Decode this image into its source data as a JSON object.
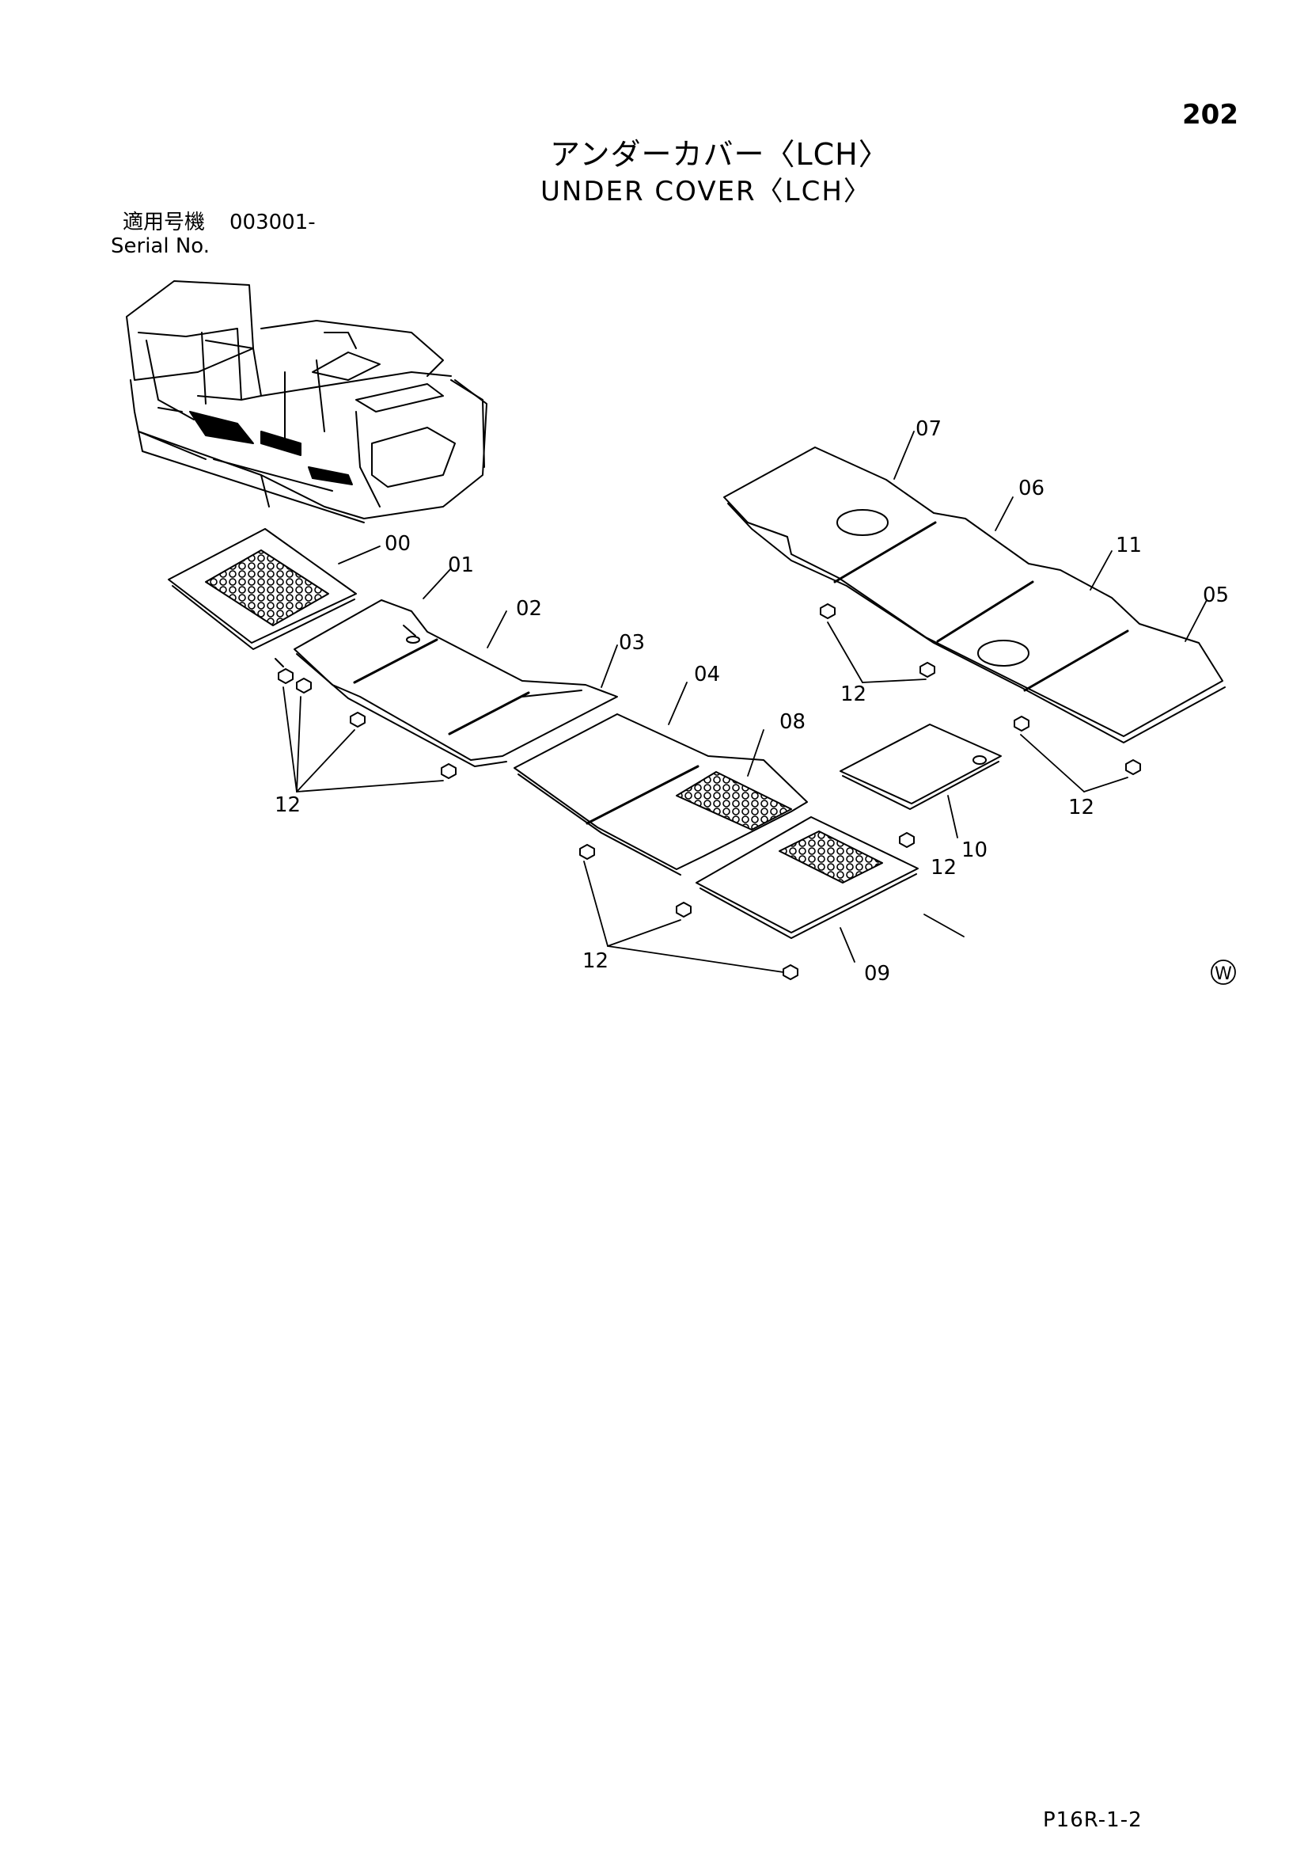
{
  "page_number": "202",
  "title_jp": "アンダーカバー〈LCH〉",
  "title_en": "UNDER COVER〈LCH〉",
  "serial": {
    "label_jp": "適用号機",
    "value": "003001-",
    "label_en": "Serial No."
  },
  "part_labels": {
    "p00": "00",
    "p01": "01",
    "p02": "02",
    "p03": "03",
    "p04": "04",
    "p05": "05",
    "p06": "06",
    "p07": "07",
    "p08": "08",
    "p09": "09",
    "p10": "10",
    "p11": "11",
    "bolt_left": "12",
    "bolt_mid": "12",
    "bolt_center": "12",
    "bolt_upper": "12",
    "bolt_right": "12"
  },
  "mark": "W",
  "footer_code": "P16R-1-2",
  "icons": [
    "excavator-overview-illustration",
    "bolt-icon",
    "w-mark-icon"
  ]
}
